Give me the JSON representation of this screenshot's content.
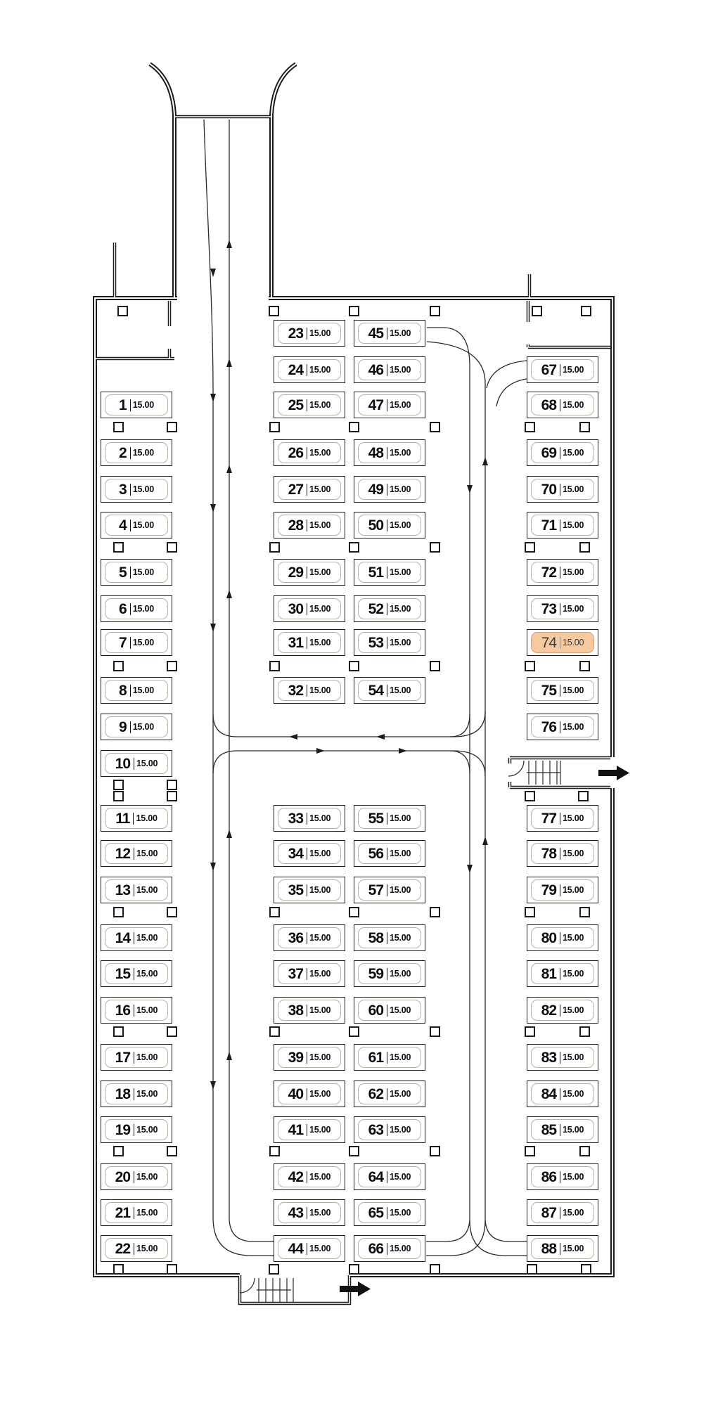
{
  "floor_plan": {
    "type": "parking-level-plan",
    "area_label": "15.00",
    "number_area_separator": "|",
    "highlighted_space": "74",
    "highlight_fill": "#f7c9a0",
    "highlight_border": "#d2a478",
    "wall_color": "#1c1c1c",
    "groups": [
      {
        "id": "left-column",
        "nums": [
          "1",
          "2",
          "3",
          "4",
          "5",
          "6",
          "7",
          "8",
          "9",
          "10",
          "11",
          "12",
          "13",
          "14",
          "15",
          "16",
          "17",
          "18",
          "19",
          "20",
          "21",
          "22"
        ]
      },
      {
        "id": "middle-top-left",
        "nums": [
          "23",
          "24",
          "25",
          "26",
          "27",
          "28",
          "29",
          "30",
          "31",
          "32"
        ]
      },
      {
        "id": "middle-top-right",
        "nums": [
          "45",
          "46",
          "47",
          "48",
          "49",
          "50",
          "51",
          "52",
          "53",
          "54"
        ]
      },
      {
        "id": "right-column-top",
        "nums": [
          "67",
          "68",
          "69",
          "70",
          "71",
          "72",
          "73",
          "74",
          "75",
          "76"
        ]
      },
      {
        "id": "middle-bottom-left",
        "nums": [
          "33",
          "34",
          "35",
          "36",
          "37",
          "38",
          "39",
          "40",
          "41",
          "42",
          "43",
          "44"
        ]
      },
      {
        "id": "middle-bottom-right",
        "nums": [
          "55",
          "56",
          "57",
          "58",
          "59",
          "60",
          "61",
          "62",
          "63",
          "64",
          "65",
          "66"
        ]
      },
      {
        "id": "right-column-bottom",
        "nums": [
          "77",
          "78",
          "79",
          "80",
          "81",
          "82",
          "83",
          "84",
          "85",
          "86",
          "87",
          "88"
        ]
      }
    ],
    "exits": {
      "right_mid_exit_icon": "arrow-right",
      "bottom_exit_icon": "arrow-right"
    }
  }
}
